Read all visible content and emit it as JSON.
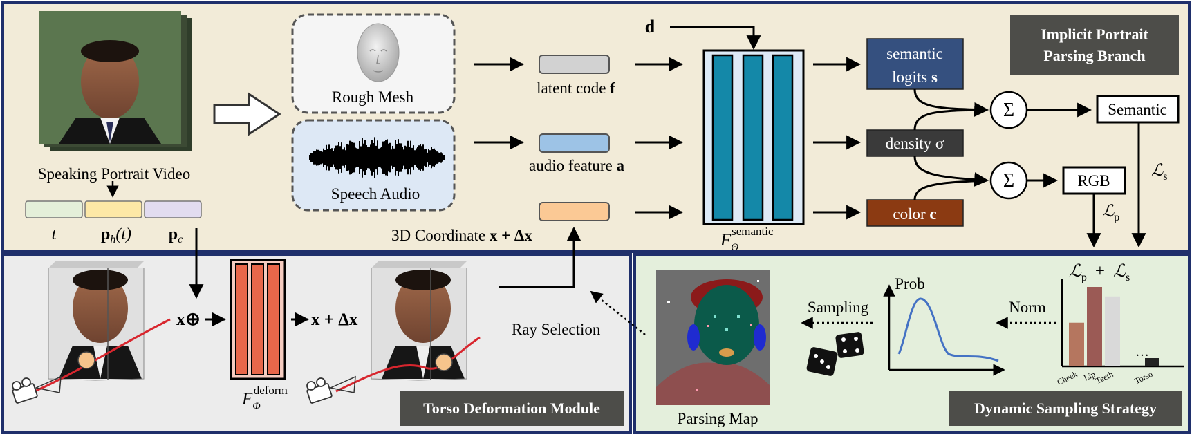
{
  "top_panel": {
    "video_label": "Speaking Portrait Video",
    "t_label": "t",
    "ph_label": "p",
    "ph_sub": "h",
    "ph_suffix": "(t)",
    "pc_label": "p",
    "pc_sub": "c",
    "rough_mesh_label": "Rough Mesh",
    "speech_audio_label": "Speech Audio",
    "latent_code_text": "latent code ",
    "latent_code_symbol": "f",
    "audio_feature_text": "audio feature ",
    "audio_feature_symbol": "a",
    "coord_text": "3D Coordinate  ",
    "coord_symbol": "x + Δx",
    "d_label": "d",
    "f_semantic_base": "F",
    "f_semantic_sub": "Θ",
    "f_semantic_sup": "semantic",
    "semantic_logits_line1": "semantic",
    "semantic_logits_line2": "logits ",
    "semantic_logits_symbol": "s",
    "density_label": "density σ",
    "color_text": "color ",
    "color_symbol": "c",
    "sum_symbol": "Σ",
    "semantic_box": "Semantic",
    "rgb_box": "RGB",
    "loss_p": "ℒ",
    "loss_p_sub": "p",
    "loss_s": "ℒ",
    "loss_s_sub": "s",
    "branch_title_line1": "Implicit Portrait",
    "branch_title_line2": "Parsing Branch"
  },
  "torso_panel": {
    "x_oplus": "x⊕",
    "f_deform_base": "F",
    "f_deform_sub": "Φ",
    "f_deform_sup": "deform",
    "x_delta": "x + Δx",
    "ray_selection": "Ray Selection",
    "title": "Torso Deformation Module"
  },
  "sampling_panel": {
    "parsing_map_label": "Parsing Map",
    "sampling_label": "Sampling",
    "prob_label": "Prob",
    "norm_label": "Norm",
    "loss_sum": "+",
    "ellipsis": "…",
    "title": "Dynamic Sampling Strategy"
  },
  "chart_data": {
    "type": "bar",
    "categories": [
      "Cheek",
      "Lip",
      "Teeth",
      "Torso"
    ],
    "values": [
      0.55,
      1.0,
      0.88,
      0.12
    ],
    "colors": [
      "#b5765f",
      "#9b5a55",
      "#d9d9d9",
      "#222222"
    ]
  },
  "colors": {
    "top_bg": "#f2ebd8",
    "torso_bg": "#ececec",
    "sampling_bg": "#e4efdc",
    "panel_border": "#1f2f6b",
    "mlp_blue": "#1488a8",
    "mlp_orange": "#e8674a",
    "semantic_logits": "#35507f",
    "density": "#3a3a3a",
    "color_box": "#8b3a12",
    "title_box": "#4d4d49"
  }
}
